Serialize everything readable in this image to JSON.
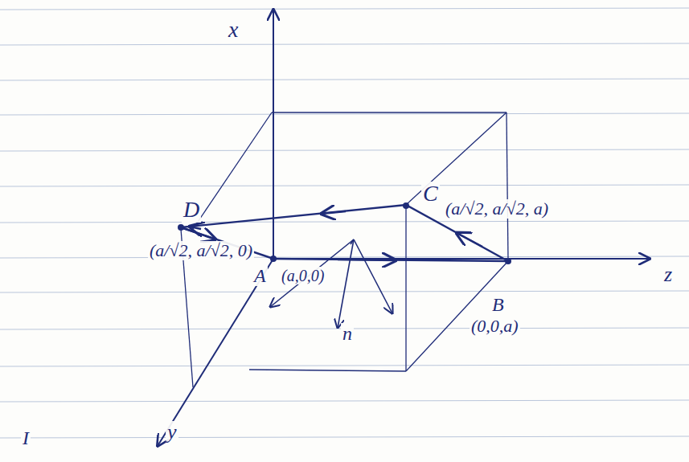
{
  "diagram": {
    "labels": [
      "x",
      "y",
      "z",
      "D",
      "(a/√2, a/√2, 0)",
      "A",
      "(a,0,0)",
      "C",
      "(a/√2, a/√2, a)",
      "B",
      "(0,0,a)",
      "n",
      "I"
    ]
  }
}
